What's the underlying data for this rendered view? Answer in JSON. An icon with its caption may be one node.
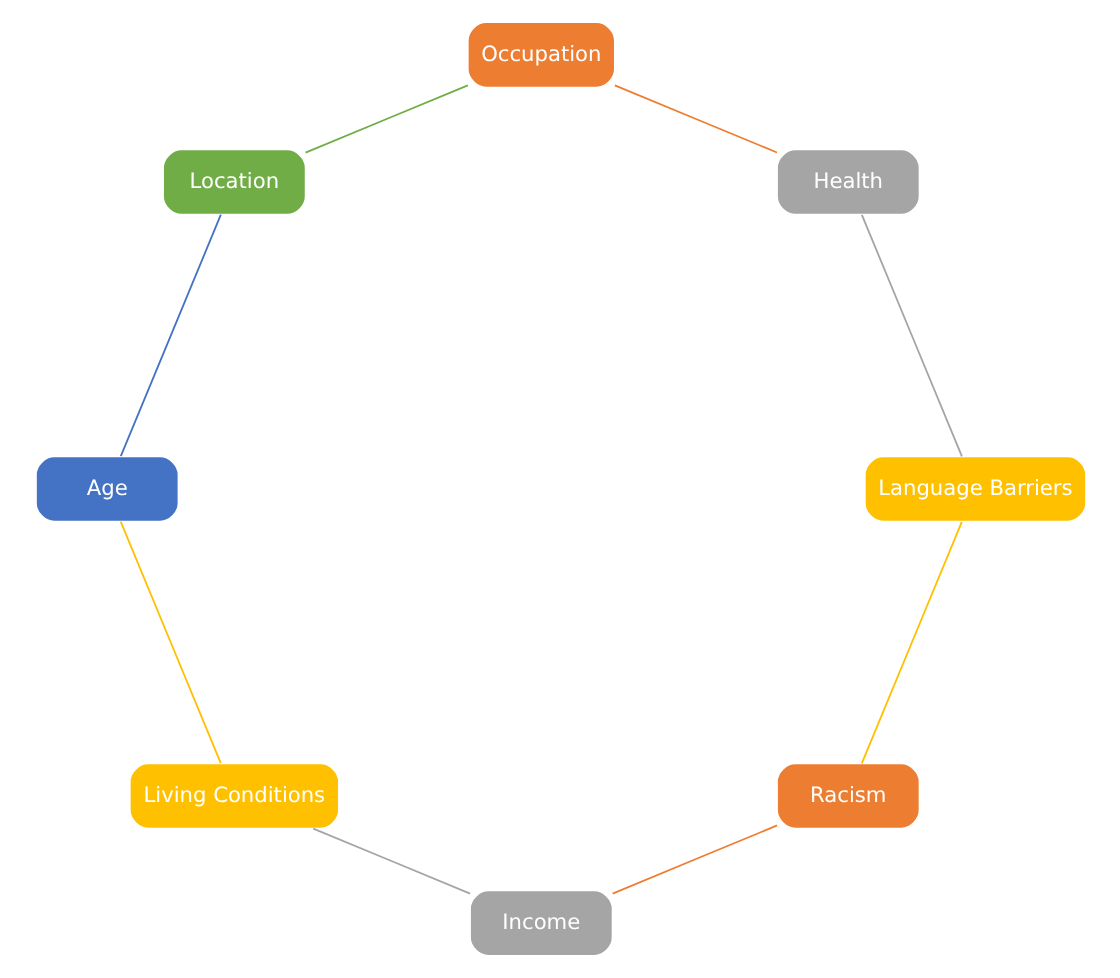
{
  "diagram": {
    "nodes": [
      {
        "text": [
          "Racism"
        ]
      },
      {
        "text": [
          "Income"
        ]
      },
      {
        "text": [
          "Living Conditions"
        ]
      },
      {
        "text": [
          "Age"
        ]
      },
      {
        "text": [
          "Location"
        ]
      },
      {
        "text": [
          "Occupation"
        ]
      },
      {
        "text": [
          "Health"
        ]
      },
      {
        "text": [
          "Language Barriers"
        ]
      }
    ],
    "edges": [
      {
        "from": 0,
        "to": 1,
        "arrow": "none",
        "color": "#ed7d31"
      },
      {
        "from": 1,
        "to": 2,
        "arrow": "none",
        "color": "#a5a5a5"
      },
      {
        "from": 2,
        "to": 3,
        "arrow": "none",
        "color": "#ffc000"
      },
      {
        "from": 3,
        "to": 4,
        "arrow": "none",
        "color": "#4472c4"
      },
      {
        "from": 4,
        "to": 5,
        "arrow": "none",
        "color": "#70ad47"
      },
      {
        "from": 5,
        "to": 6,
        "arrow": "none",
        "color": "#ed7d31"
      },
      {
        "from": 6,
        "to": 7,
        "arrow": "none",
        "color": "#a5a5a5"
      },
      {
        "from": 7,
        "to": 0,
        "arrow": "none",
        "color": "#ffc000"
      }
    ]
  }
}
